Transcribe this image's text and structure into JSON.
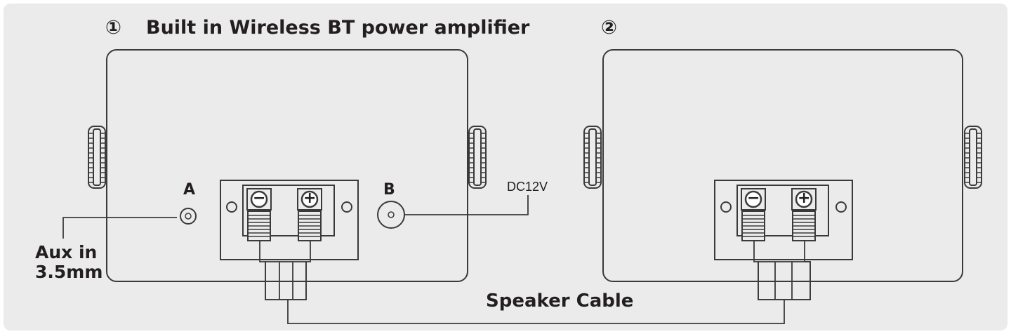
{
  "speaker1": {
    "number": "①",
    "title": "Built in Wireless BT power amplifier",
    "port_a": "A",
    "port_b": "B",
    "dc_label": "DC12V",
    "aux_line1": "Aux in",
    "aux_line2": "3.5mm",
    "terminal_minus": "−",
    "terminal_plus": "+"
  },
  "speaker2": {
    "number": "②",
    "terminal_minus": "−",
    "terminal_plus": "+"
  },
  "cable_label": "Speaker Cable",
  "colors": {
    "background": "#ebebeb",
    "line": "#3a3a3a",
    "text": "#231f20"
  }
}
